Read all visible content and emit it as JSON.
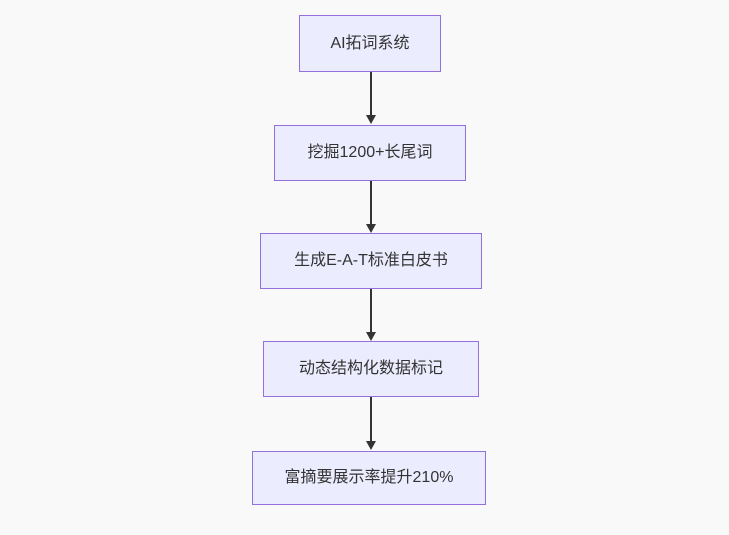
{
  "diagram": {
    "type": "flowchart",
    "direction": "top-down",
    "colors": {
      "background": "#f9f9f9",
      "node_fill": "#ececff",
      "node_border": "#9370db",
      "node_text": "#333333",
      "arrow": "#333333"
    },
    "nodes": [
      {
        "label": "AI拓词系统"
      },
      {
        "label": "挖掘1200+长尾词"
      },
      {
        "label": "生成E-A-T标准白皮书"
      },
      {
        "label": "动态结构化数据标记"
      },
      {
        "label": "富摘要展示率提升210%"
      }
    ],
    "edges": [
      {
        "from": "AI拓词系统",
        "to": "挖掘1200+长尾词"
      },
      {
        "from": "挖掘1200+长尾词",
        "to": "生成E-A-T标准白皮书"
      },
      {
        "from": "生成E-A-T标准白皮书",
        "to": "动态结构化数据标记"
      },
      {
        "from": "动态结构化数据标记",
        "to": "富摘要展示率提升210%"
      }
    ]
  }
}
